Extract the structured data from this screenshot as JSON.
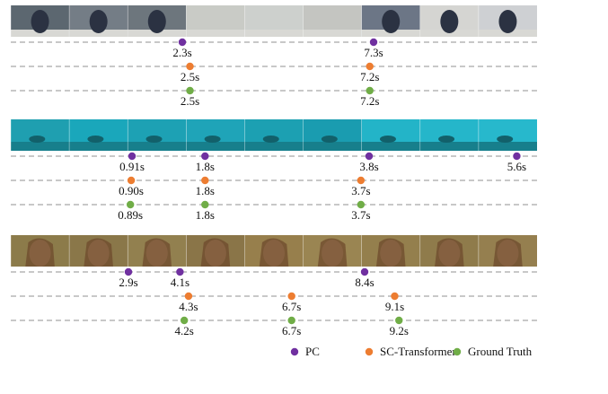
{
  "colors": {
    "pc": "#7030a0",
    "sc_transformer": "#ed7d31",
    "ground_truth": "#70ad47"
  },
  "legend": {
    "pc": "PC",
    "sc_transformer": "SC-Transformer",
    "ground_truth": "Ground Truth"
  },
  "examples": [
    {
      "scene": "indoor-crouching-person",
      "frame_count": 9,
      "frame_palette": [
        "#5c6770",
        "#747d86",
        "#6d767d",
        "#c9cbc6",
        "#cdd0cd",
        "#c4c5c1",
        "#6c7686",
        "#d5d5d2",
        "#ced0d3"
      ],
      "rows": [
        {
          "method": "pc",
          "boundaries": [
            {
              "t": 2.3,
              "label": "2.3s"
            },
            {
              "t": 7.3,
              "label": "7.3s"
            }
          ]
        },
        {
          "method": "sc_transformer",
          "boundaries": [
            {
              "t": 2.5,
              "label": "2.5s"
            },
            {
              "t": 7.2,
              "label": "7.2s"
            }
          ]
        },
        {
          "method": "ground_truth",
          "boundaries": [
            {
              "t": 2.5,
              "label": "2.5s"
            },
            {
              "t": 7.2,
              "label": "7.2s"
            }
          ]
        }
      ]
    },
    {
      "scene": "underwater-diver",
      "frame_count": 9,
      "frame_palette": [
        "#1f9fb0",
        "#1aa7bb",
        "#1da1b4",
        "#1fa4b8",
        "#1ca0b2",
        "#1a9cb0",
        "#23b4c8",
        "#25b6ca",
        "#27b8cc"
      ],
      "rows": [
        {
          "method": "pc",
          "boundaries": [
            {
              "t": 0.91,
              "label": "0.91s"
            },
            {
              "t": 1.8,
              "label": "1.8s"
            },
            {
              "t": 3.8,
              "label": "3.8s"
            },
            {
              "t": 5.6,
              "label": "5.6s"
            }
          ]
        },
        {
          "method": "sc_transformer",
          "boundaries": [
            {
              "t": 0.9,
              "label": "0.90s"
            },
            {
              "t": 1.8,
              "label": "1.8s"
            },
            {
              "t": 3.7,
              "label": "3.7s"
            }
          ]
        },
        {
          "method": "ground_truth",
          "boundaries": [
            {
              "t": 0.89,
              "label": "0.89s"
            },
            {
              "t": 1.8,
              "label": "1.8s"
            },
            {
              "t": 3.7,
              "label": "3.7s"
            }
          ]
        }
      ]
    },
    {
      "scene": "woman-doing-hair",
      "frame_count": 9,
      "frame_palette": [
        "#8c7b4a",
        "#8a7749",
        "#92804f",
        "#8a7548",
        "#977f4c",
        "#9a8552",
        "#947f4d",
        "#8f7b4b",
        "#957f4f"
      ],
      "rows": [
        {
          "method": "pc",
          "boundaries": [
            {
              "t": 2.9,
              "label": "2.9s"
            },
            {
              "t": 4.1,
              "label": "4.1s"
            },
            {
              "t": 8.4,
              "label": "8.4s"
            }
          ]
        },
        {
          "method": "sc_transformer",
          "boundaries": [
            {
              "t": 4.3,
              "label": "4.3s"
            },
            {
              "t": 6.7,
              "label": "6.7s"
            },
            {
              "t": 9.1,
              "label": "9.1s"
            }
          ]
        },
        {
          "method": "ground_truth",
          "boundaries": [
            {
              "t": 4.2,
              "label": "4.2s"
            },
            {
              "t": 6.7,
              "label": "6.7s"
            },
            {
              "t": 9.2,
              "label": "9.2s"
            }
          ]
        }
      ]
    }
  ]
}
